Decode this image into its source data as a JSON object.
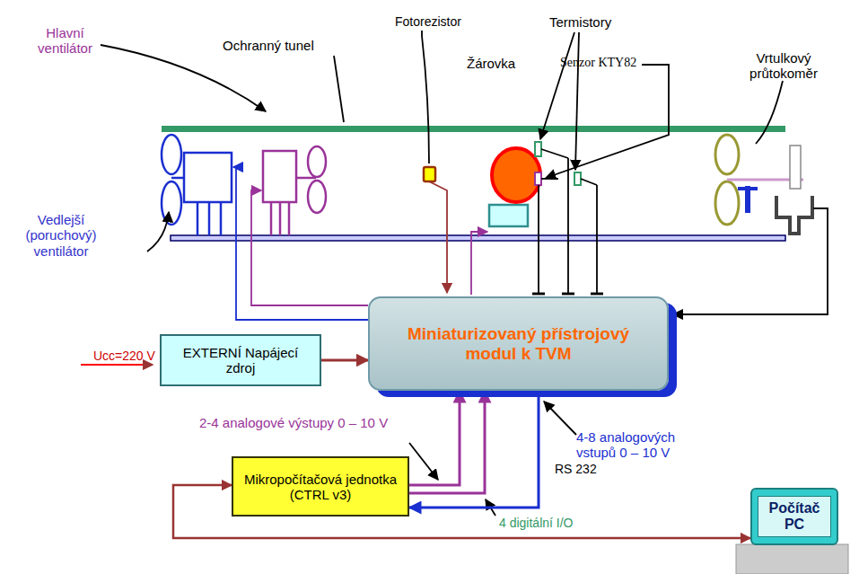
{
  "diagram": {
    "nodes": [
      {
        "text": [
          "Miniaturizovaný přístrojový modul k TVM"
        ]
      },
      {
        "text": [
          "EXTERNÍ Napájecí zdroj"
        ]
      },
      {
        "text": [
          "Mikropočítačová jednotka (CTRL v3)"
        ]
      },
      {
        "text": [
          "Počítač PC"
        ]
      }
    ],
    "edges": [
      {
        "from": 1,
        "to": 0,
        "arrow": "to"
      },
      {
        "from": 2,
        "to": 0,
        "arrow": "to"
      },
      {
        "from": 2,
        "to": 0,
        "arrow": "to"
      },
      {
        "from": 0,
        "to": 2,
        "arrow": "to"
      },
      {
        "from": 2,
        "to": 3,
        "arrow": "both"
      }
    ],
    "labels": [
      "Hlavní ventilátor",
      "Ochranný tunel",
      "Fotorezistor",
      "Termistory",
      "Žárovka",
      "Senzor KTY82",
      "Vrtulkový průtokoměr",
      "Vedlejší (poruchový) ventilátor",
      "Ucc=220 V",
      "2-4 analogové výstupy 0 – 10 V",
      "4-8 analogových vstupů 0 – 10 V",
      "4 digitální I/O",
      "RS 232"
    ]
  }
}
